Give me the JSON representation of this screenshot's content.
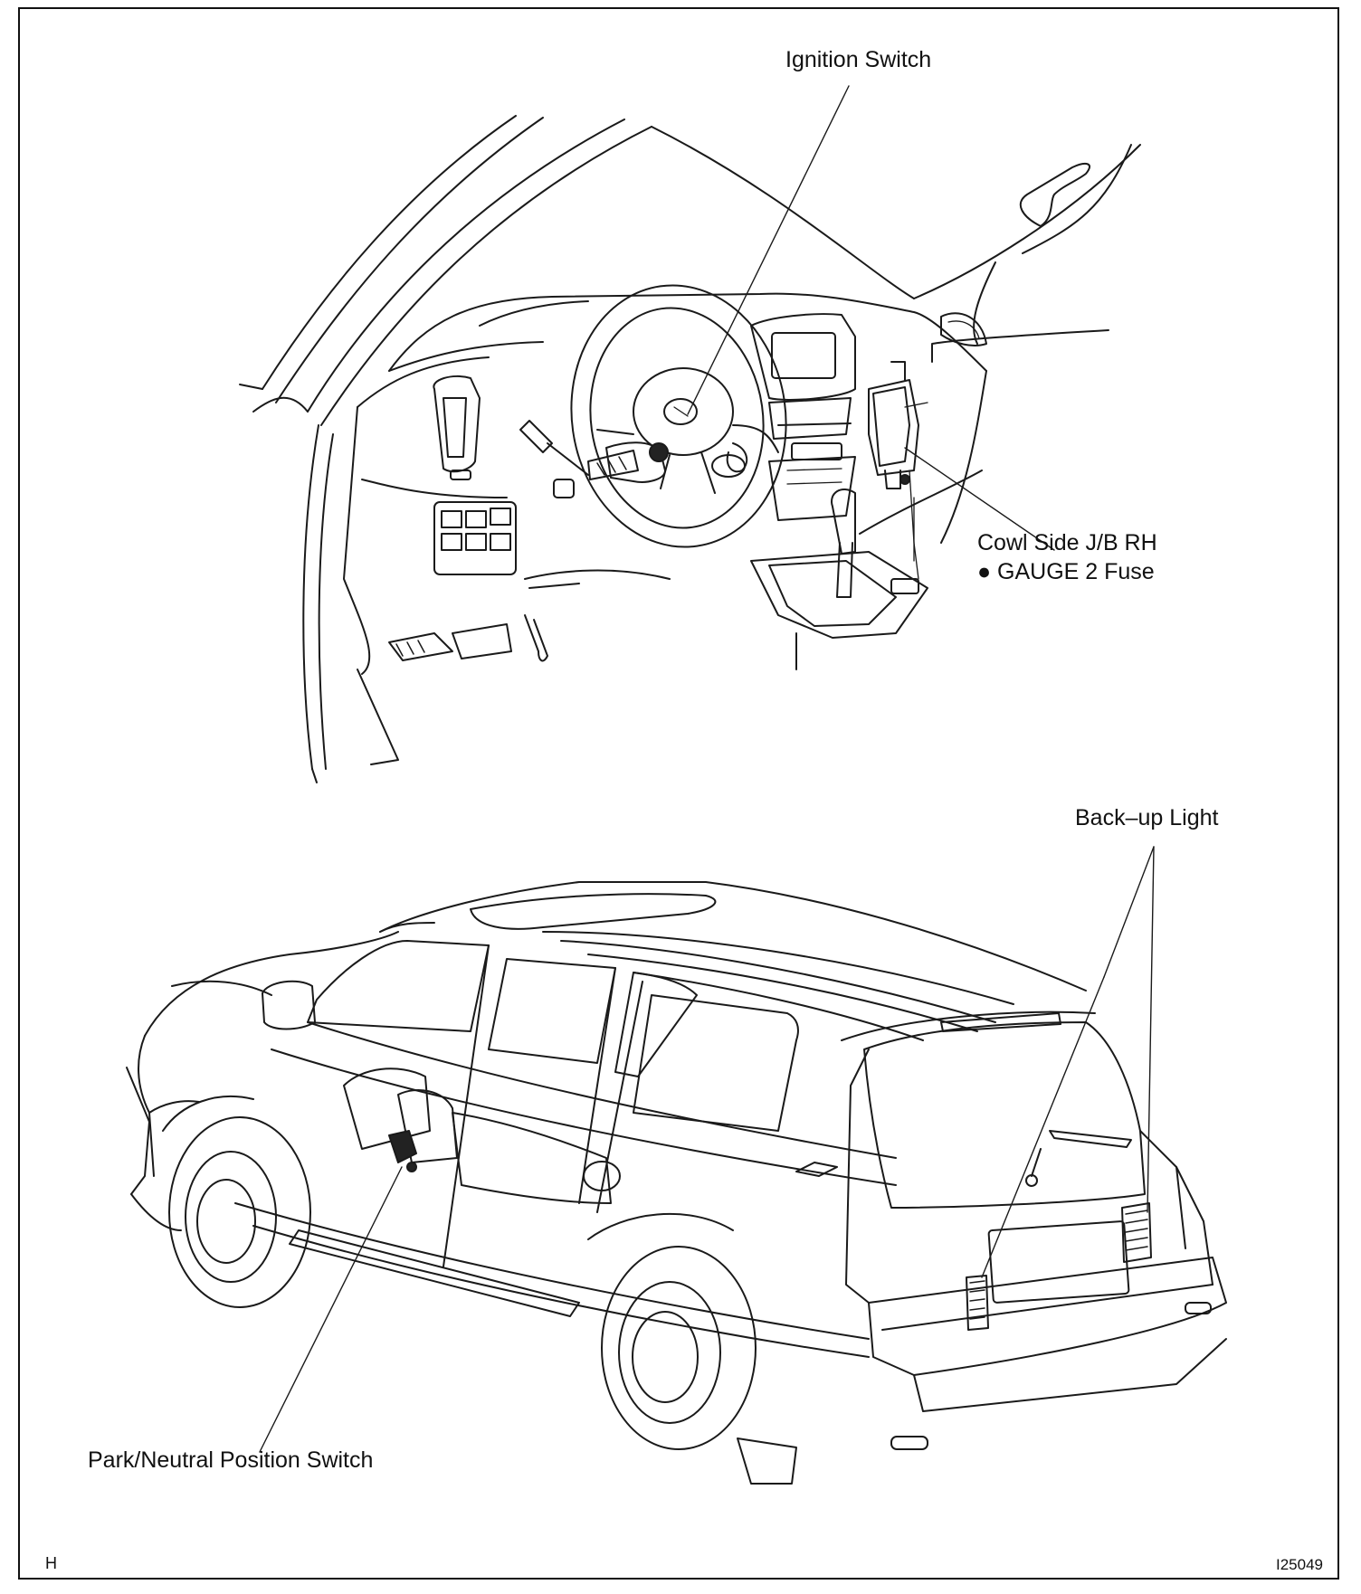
{
  "labels": {
    "ignition_switch": "Ignition Switch",
    "cowl_side_jb": "Cowl Side J/B RH",
    "gauge_fuse": "● GAUGE 2 Fuse",
    "backup_light": "Back–up Light",
    "park_neutral": "Park/Neutral Position Switch"
  },
  "footer": {
    "corner_letter": "H",
    "figure_id": "I25049"
  }
}
